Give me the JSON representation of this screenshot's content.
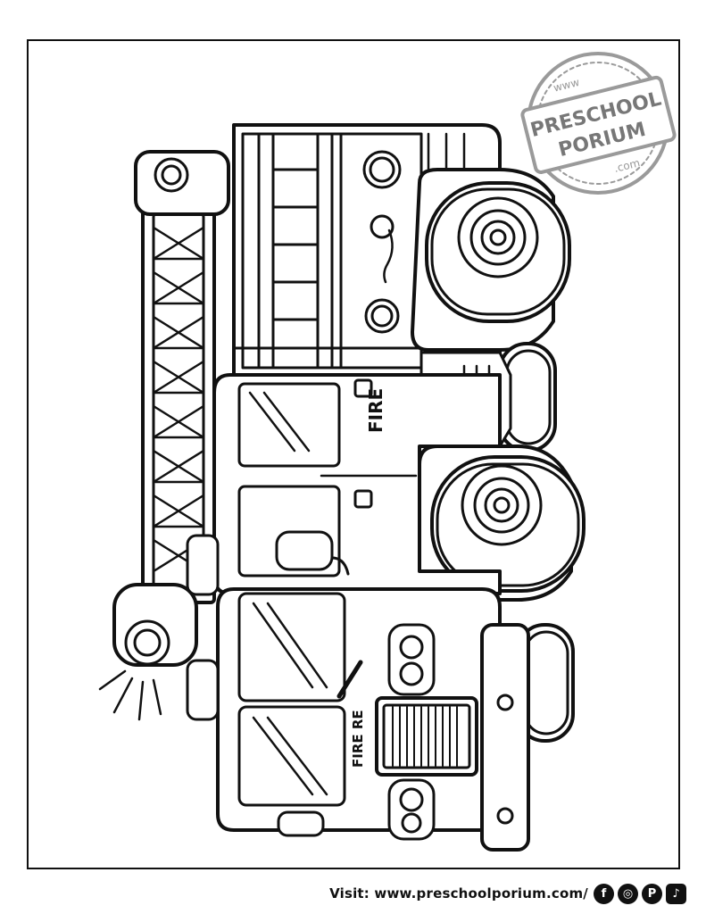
{
  "logo": {
    "top_text": "www",
    "line1": "PRESCHOOL",
    "line2": "PORIUM",
    "bottom_text": ".com"
  },
  "truck": {
    "side_label": "FIRE",
    "cab_label": "FIRE RE"
  },
  "footer": {
    "visit_text": "Visit: www.preschoolporium.com/",
    "socials": [
      {
        "name": "facebook",
        "glyph": "f"
      },
      {
        "name": "instagram",
        "glyph": "◎"
      },
      {
        "name": "pinterest",
        "glyph": "P"
      },
      {
        "name": "tiktok",
        "glyph": "♪"
      }
    ]
  },
  "colors": {
    "ink": "#111111",
    "paper": "#ffffff",
    "stamp": "#9a9a9a"
  }
}
